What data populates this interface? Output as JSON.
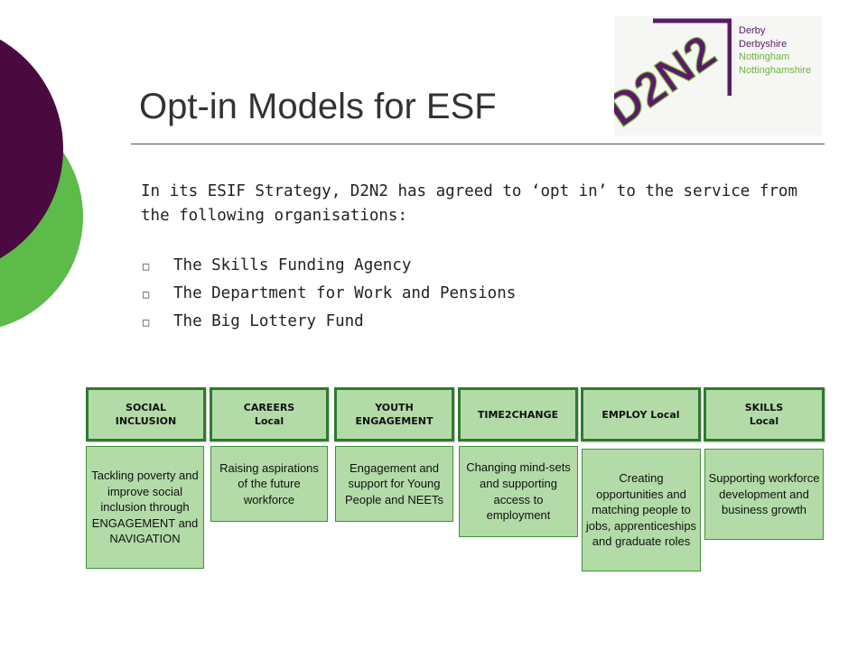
{
  "slide": {
    "title": "Opt-in Models for ESF",
    "intro": "In its ESIF Strategy, D2N2 has agreed to ‘opt in’ to the service from the following organisations:",
    "bullet_icon": "hollow-square-bullet",
    "bullets": [
      "The Skills Funding Agency",
      "The Department for Work and Pensions",
      "The Big Lottery Fund"
    ]
  },
  "logo": {
    "mark_text": "D2N2",
    "lines": [
      "Derby",
      "Derbyshire",
      "Nottingham",
      "Nottinghamshire"
    ]
  },
  "programmes": [
    {
      "heading": "SOCIAL\nINCLUSION",
      "description": "Tackling poverty and improve social inclusion through ENGAGEMENT and NAVIGATION"
    },
    {
      "heading": "CAREERS\nLocal",
      "description": "Raising aspirations of the future workforce"
    },
    {
      "heading": "YOUTH\nENGAGEMENT",
      "description": "Engagement and support for Young People and NEETs"
    },
    {
      "heading": "TIME2CHANGE",
      "description": "Changing mind-sets and supporting access to employment"
    },
    {
      "heading": "EMPLOY Local",
      "description": "Creating opportunities and matching people to jobs, apprenticeships and graduate roles"
    },
    {
      "heading": "SKILLS\nLocal",
      "description": "Supporting workforce development and business growth"
    }
  ],
  "colors": {
    "purple": "#4a0a3f",
    "green": "#5dbb4a",
    "box_fill": "#b3dba8",
    "box_border": "#2f7a2e",
    "logo_purple": "#5b1a68",
    "logo_green": "#7cc242"
  }
}
